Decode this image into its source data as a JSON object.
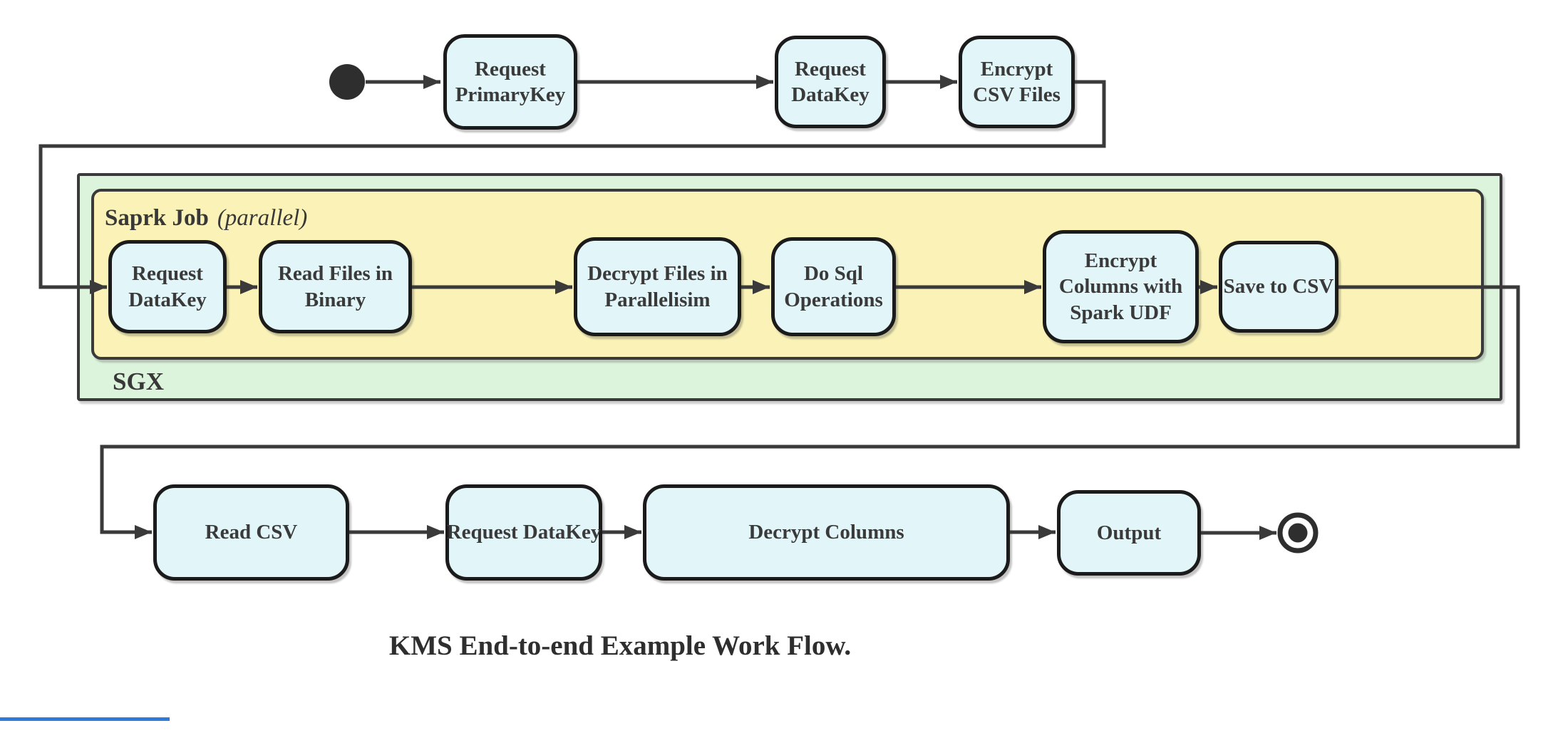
{
  "caption": "KMS End-to-end Example Work Flow.",
  "containers": {
    "sgx": {
      "label": "SGX"
    },
    "spark": {
      "label": "Saprk Job",
      "note": "(parallel)"
    }
  },
  "nodes": [
    {
      "id": "request-primarykey",
      "label": "Request\nPrimaryKey"
    },
    {
      "id": "request-datakey-top",
      "label": "Request\nDataKey"
    },
    {
      "id": "encrypt-csv-files",
      "label": "Encrypt\nCSV Files"
    },
    {
      "id": "request-datakey-sgx",
      "label": "Request\nDataKey"
    },
    {
      "id": "read-files-in-binary",
      "label": "Read Files in\nBinary"
    },
    {
      "id": "decrypt-files-in-parallelisim",
      "label": "Decrypt Files in\nParallelisim"
    },
    {
      "id": "do-sql-operations",
      "label": "Do Sql\nOperations"
    },
    {
      "id": "encrypt-columns-with-spark-udf",
      "label": "Encrypt\nColumns with\nSpark UDF"
    },
    {
      "id": "save-to-csv",
      "label": "Save to CSV"
    },
    {
      "id": "read-csv",
      "label": "Read CSV"
    },
    {
      "id": "request-datakey-bottom",
      "label": "Request DataKey"
    },
    {
      "id": "decrypt-columns",
      "label": "Decrypt Columns"
    },
    {
      "id": "output",
      "label": "Output"
    }
  ],
  "colors": {
    "node_fill": "#e2f6f9",
    "node_border": "#1b1b1b",
    "spark_container_fill": "#faf2b6",
    "sgx_container_fill": "#dcf3dc",
    "container_border": "#3a3a3a",
    "arrow": "#3a3a3a",
    "text": "#383838",
    "accent_line": "#2e7bd9"
  }
}
